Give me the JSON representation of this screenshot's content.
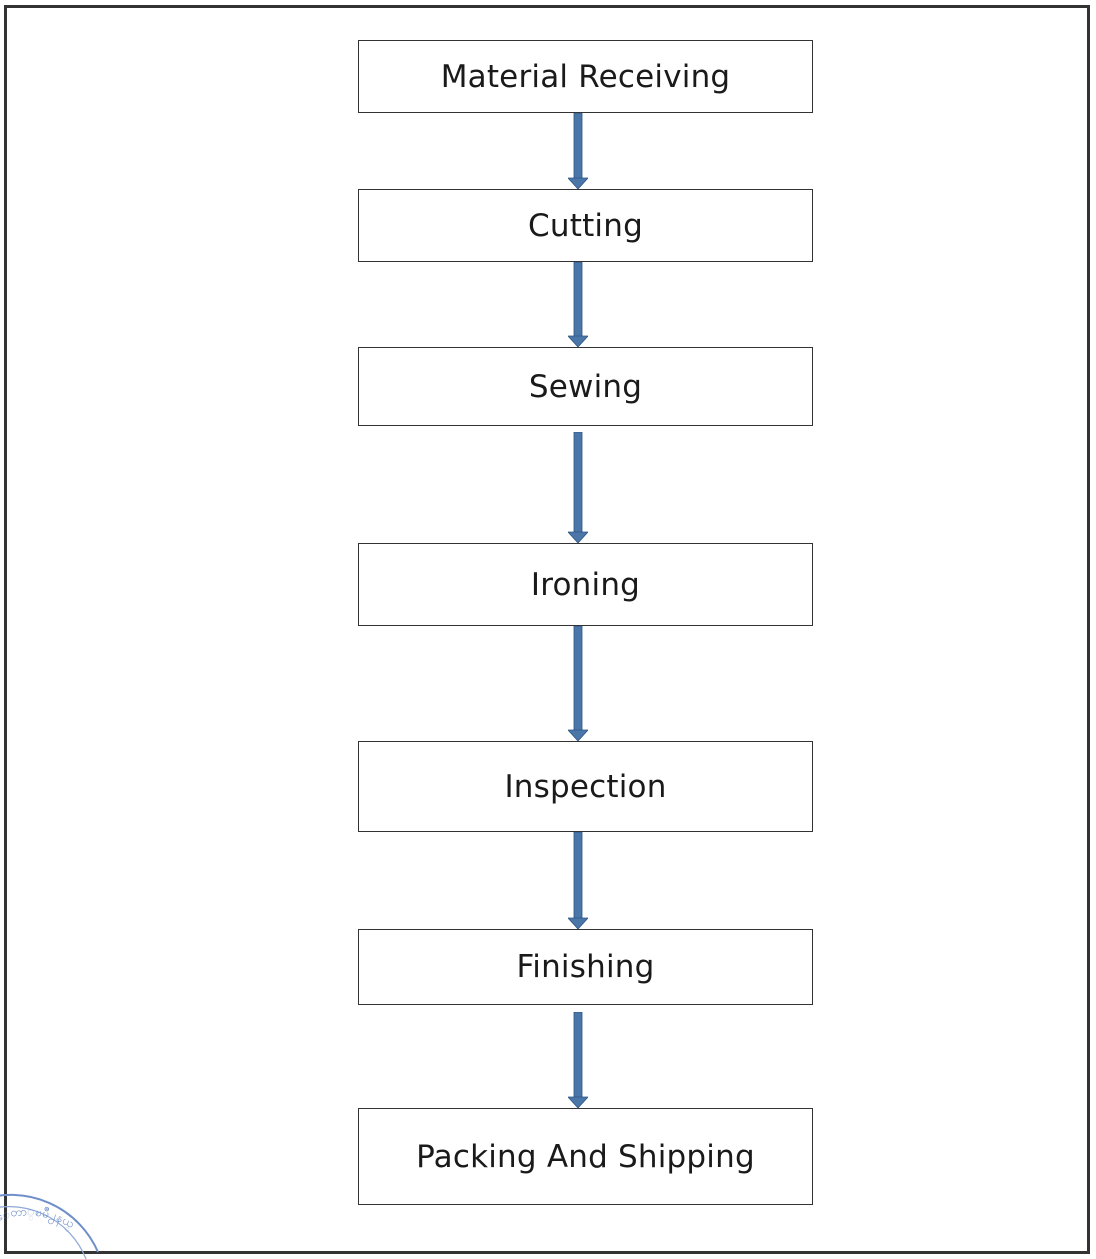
{
  "flowchart": {
    "steps": [
      {
        "label": "Material Receiving"
      },
      {
        "label": "Cutting"
      },
      {
        "label": "Sewing"
      },
      {
        "label": "Ironing"
      },
      {
        "label": "Inspection"
      },
      {
        "label": "Finishing"
      },
      {
        "label": "Packing And Shipping"
      }
    ],
    "arrow_color": "#4a76a8",
    "border_color": "#333333"
  },
  "stamp": {
    "text": "ေတာ္ၿမိဳ႕နယ္"
  }
}
